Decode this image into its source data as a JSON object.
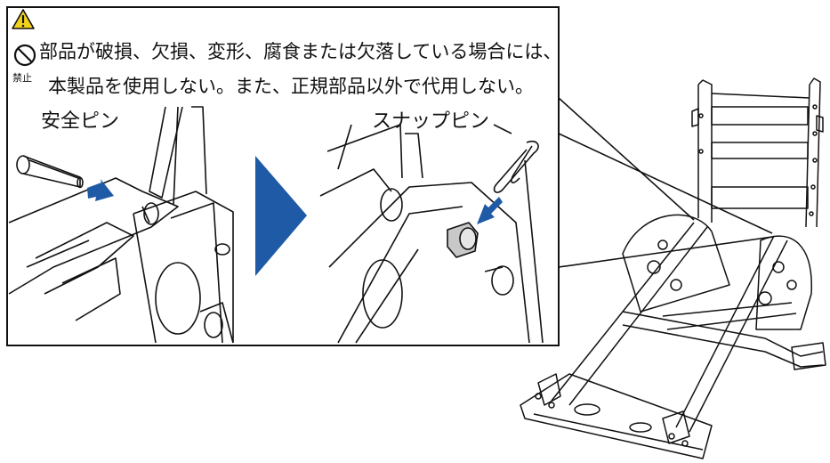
{
  "warning": {
    "line1": "部品が破損、欠損、変形、腐食または欠落している場合には、",
    "line2": "本製品を使用しない。また、正規部品以外で代用しない。",
    "prohibit_label": "禁止",
    "caution_icon": "warning-triangle-icon",
    "prohibit_icon": "prohibition-icon"
  },
  "labels": {
    "safety_pin": "安全ピン",
    "snap_pin": "スナップピン"
  },
  "colors": {
    "arrow_blue": "#1f5aa6",
    "caution_yellow": "#f2d21b",
    "line": "#111111"
  }
}
